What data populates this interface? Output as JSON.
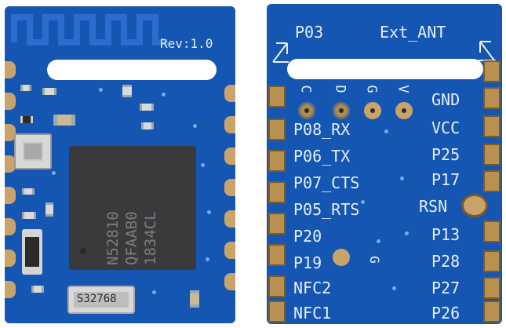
{
  "boards": {
    "top": {
      "revision": "Rev:1.0",
      "chip_lines": [
        "N52810",
        "QFAAB0",
        "1834CL"
      ],
      "crystal_label": "S32768"
    },
    "bottom": {
      "top_left": "P03",
      "top_right": "Ext_ANT",
      "test_points": [
        "C",
        "D",
        "G",
        "V"
      ],
      "left_pins": [
        "P08_RX",
        "P06_TX",
        "P07_CTS",
        "P05_RTS",
        "P20",
        "P19",
        "NFC2",
        "NFC1"
      ],
      "right_pins": [
        "GND",
        "VCC",
        "P25",
        "P17",
        "RSN",
        "P13",
        "P28",
        "P27",
        "P26"
      ],
      "g_marker": "G"
    }
  },
  "colors": {
    "pcb": "#1556b3",
    "silkscreen": "#e6eefc",
    "pad_gold": "#c9a46a",
    "chip": "#3a3a3c"
  }
}
